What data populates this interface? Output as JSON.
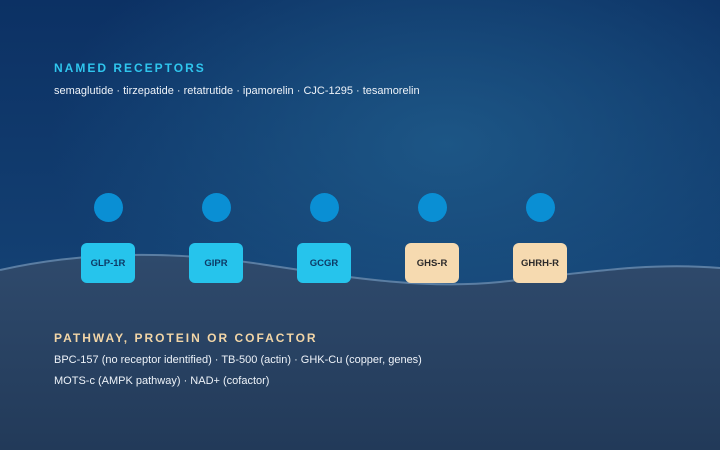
{
  "colors": {
    "background_top": "#0d3566",
    "background_bottom": "#283f5c",
    "accent_cyan": "#2fc6ee",
    "accent_peach": "#f3d6a7",
    "dot_blue": "#0a8fd4",
    "box_blue": "#26c4ec",
    "box_peach": "#f6dab0"
  },
  "named_receptors": {
    "heading": "NAMED RECEPTORS",
    "compounds": "semaglutide · tirzepatide · retatrutide · ipamorelin · CJC-1295 · tesamorelin"
  },
  "receptors": [
    {
      "label": "GLP-1R",
      "color": "blue"
    },
    {
      "label": "GIPR",
      "color": "blue"
    },
    {
      "label": "GCGR",
      "color": "blue"
    },
    {
      "label": "GHS-R",
      "color": "peach"
    },
    {
      "label": "GHRH-R",
      "color": "peach"
    }
  ],
  "pathway": {
    "heading": "PATHWAY, PROTEIN OR COFACTOR",
    "line1": "BPC-157 (no receptor identified) · TB-500 (actin) · GHK-Cu (copper, genes)",
    "line2": "MOTS-c (AMPK pathway) · NAD+ (cofactor)"
  }
}
